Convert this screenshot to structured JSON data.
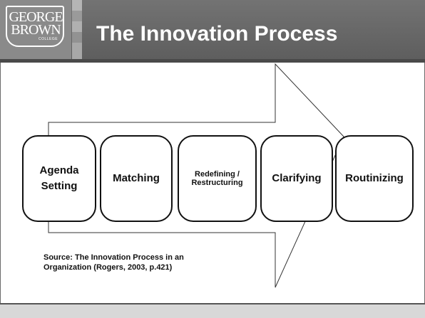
{
  "logo": {
    "line1": "GEORGE",
    "line2": "BROWN",
    "line3": "COLLEGE"
  },
  "title": "The Innovation Process",
  "stages": [
    {
      "label": "Agenda\nSetting"
    },
    {
      "label": "Matching"
    },
    {
      "label": "Redefining /\nRestructuring"
    },
    {
      "label": "Clarifying"
    },
    {
      "label": "Routinizing"
    }
  ],
  "source": "Source: The Innovation Process in an Organization (Rogers, 2003, p.421)",
  "colors": {
    "header": "#6b6b6b",
    "arrow_outline": "#333333",
    "stage_border": "#111111"
  }
}
